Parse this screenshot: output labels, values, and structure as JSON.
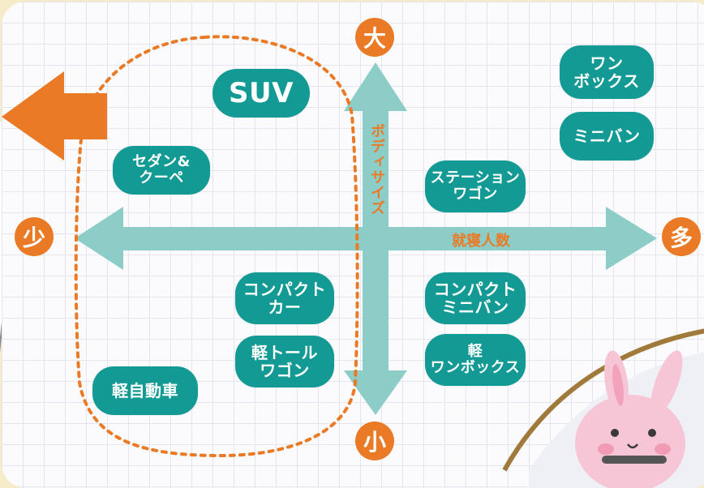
{
  "colors": {
    "teal": "#149a94",
    "axis": "#8ccdc7",
    "orange": "#ea7a25",
    "grid": "#e3e6ee"
  },
  "axis_ends": {
    "top": "大",
    "bottom": "小",
    "left": "少",
    "right": "多"
  },
  "axis_labels": {
    "vertical": "ボディサイズ",
    "horizontal": "就寝人数"
  },
  "car_types": {
    "suv": "SUV",
    "sedan": [
      "セダン&",
      "クーペ"
    ],
    "one_box": [
      "ワン",
      "ボックス"
    ],
    "minivan": "ミニバン",
    "station_wagon": [
      "ステーション",
      "ワゴン"
    ],
    "compact_car": [
      "コンパクト",
      "カー"
    ],
    "compact_minivan": [
      "コンパクト",
      "ミニバン"
    ],
    "kei_tall_wagon": [
      "軽トール",
      "ワゴン"
    ],
    "kei_one_box": [
      "軽",
      "ワンボックス"
    ],
    "kei_car": "軽自動車"
  }
}
